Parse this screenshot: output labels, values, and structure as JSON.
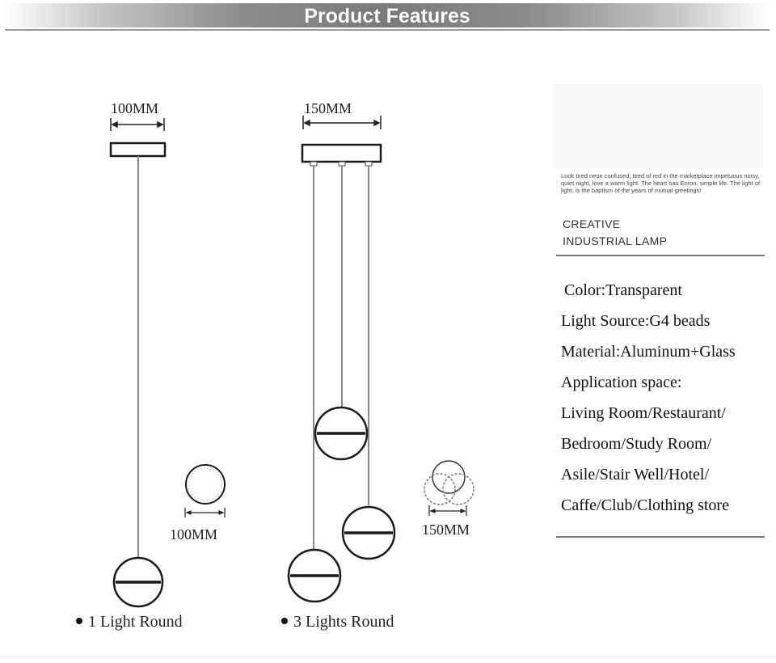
{
  "header": {
    "title": "Product Features"
  },
  "left_lamp": {
    "canopy_width_label": "100MM",
    "shade_diameter_label": "100MM",
    "caption": "1 Light Round"
  },
  "middle_lamp": {
    "canopy_width_label": "150MM",
    "shade_diameter_label": "150MM",
    "caption": "3 Lights Round"
  },
  "info_panel": {
    "blurb": "Look tired neon confused, tired of red in the marketplace impetuous noisy, quiet night, love a warm light. The heart has Enron, simple life. The light of light, is the baptism of the years of mutual greetings!",
    "tagline_1": "CREATIVE",
    "tagline_2": "INDUSTRIAL LAMP",
    "specs": [
      "Color:Transparent",
      "Light Source:G4 beads",
      "Material:Aluminum+Glass",
      "Application space:",
      "Living Room/Restaurant/",
      "Bedroom/Study Room/",
      "Asile/Stair Well/Hotel/",
      "Caffe/Club/Clothing store"
    ]
  }
}
